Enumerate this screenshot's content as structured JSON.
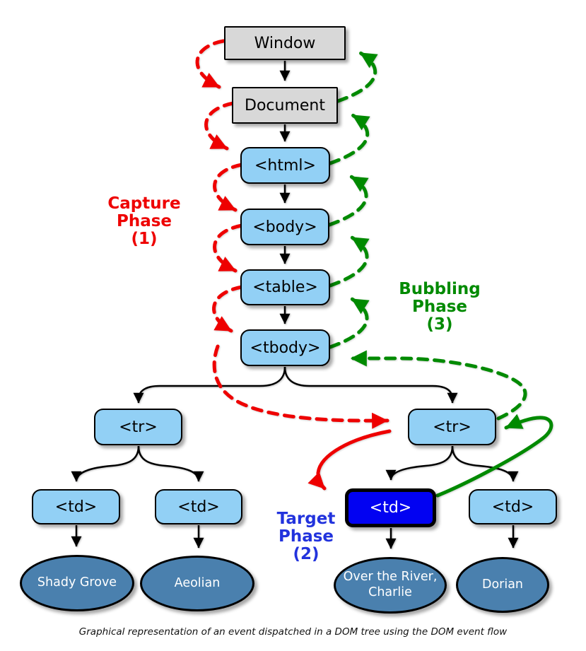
{
  "nodes": {
    "window": "Window",
    "document": "Document",
    "html": "<html>",
    "body": "<body>",
    "table": "<table>",
    "tbody": "<tbody>",
    "tr_left": "<tr>",
    "tr_right": "<tr>",
    "td_1": "<td>",
    "td_2": "<td>",
    "td_target": "<td>",
    "td_3": "<td>"
  },
  "leaves": {
    "leaf_1": "Shady Grove",
    "leaf_2": "Aeolian",
    "leaf_3": "Over the River, Charlie",
    "leaf_4": "Dorian"
  },
  "phases": {
    "capture": {
      "lines": [
        "Capture",
        "Phase",
        "(1)"
      ],
      "color": "#ee0000"
    },
    "target": {
      "lines": [
        "Target",
        "Phase",
        "(2)"
      ],
      "color": "#2233dd"
    },
    "bubbling": {
      "lines": [
        "Bubbling",
        "Phase",
        "(3)"
      ],
      "color": "#008a00"
    }
  },
  "caption": "Graphical representation of an event dispatched in a DOM tree using the DOM event flow",
  "colors": {
    "generic_node_fill": "#d8d8d8",
    "element_node_fill": "#92d0f5",
    "target_node_fill": "#0202f2",
    "leaf_fill": "#4a80ae",
    "capture_arrow": "#ee0000",
    "bubbling_arrow": "#008a00",
    "tree_arrow": "#000000"
  }
}
